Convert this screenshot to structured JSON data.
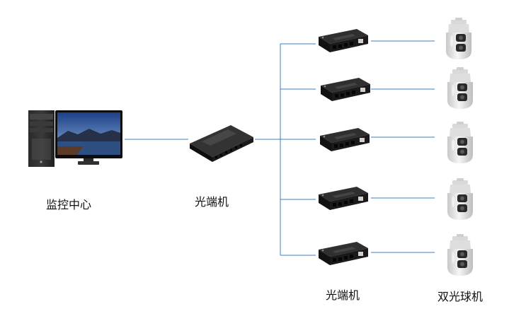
{
  "labels": {
    "monitor_center": "监控中心",
    "central_transceiver": "光端机",
    "remote_transceivers": "光端机",
    "dual_spectrum_cameras": "双光球机"
  },
  "colors": {
    "link_line": "#3b7fc4",
    "device_body": "#151515",
    "device_top": "#2d2d2d",
    "camera_body": "#e9e9e9",
    "camera_lens": "#2a2a2a"
  },
  "counts": {
    "camera_links": 5
  }
}
